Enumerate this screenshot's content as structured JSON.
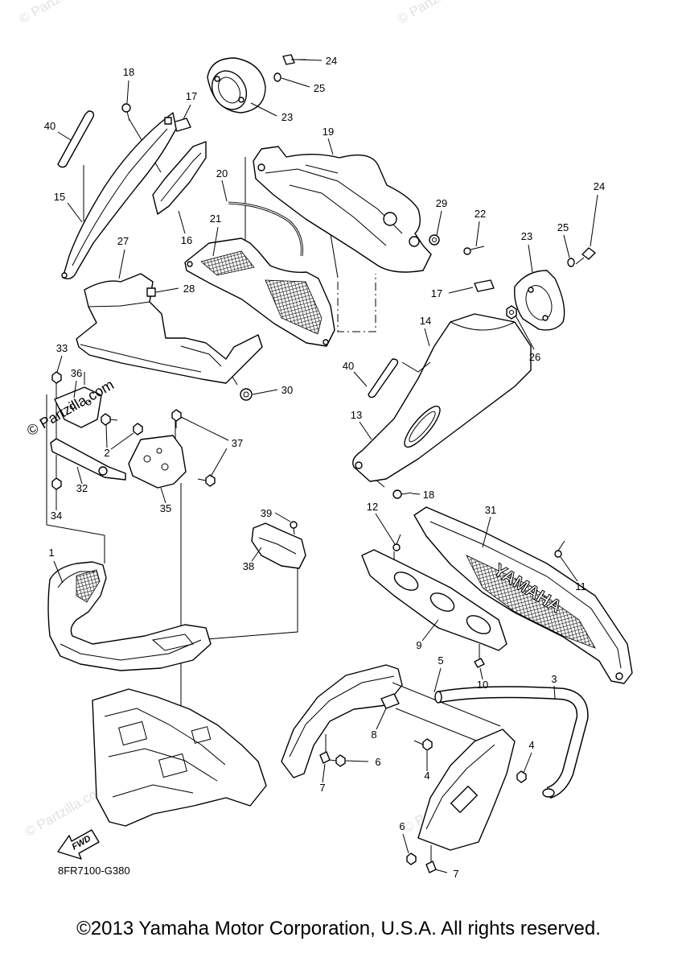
{
  "diagram": {
    "callouts": [
      "24",
      "25",
      "23",
      "18",
      "17",
      "40",
      "19",
      "15",
      "20",
      "21",
      "16",
      "29",
      "22",
      "24",
      "25",
      "23",
      "27",
      "28",
      "17",
      "14",
      "26",
      "40",
      "33",
      "36",
      "30",
      "13",
      "2",
      "37",
      "32",
      "35",
      "18",
      "12",
      "31",
      "34",
      "39",
      "38",
      "1",
      "11",
      "9",
      "5",
      "3",
      "10",
      "8",
      "4",
      "6",
      "4",
      "7",
      "6",
      "7"
    ],
    "diagram_code": "8FR7100-G380",
    "fwd_label": "FWD",
    "grille_lettering": "YAMAHA",
    "watermark": "© Partzilla.com"
  },
  "footer": {
    "copyright": "©2013 Yamaha Motor Corporation, U.S.A. All rights reserved."
  }
}
